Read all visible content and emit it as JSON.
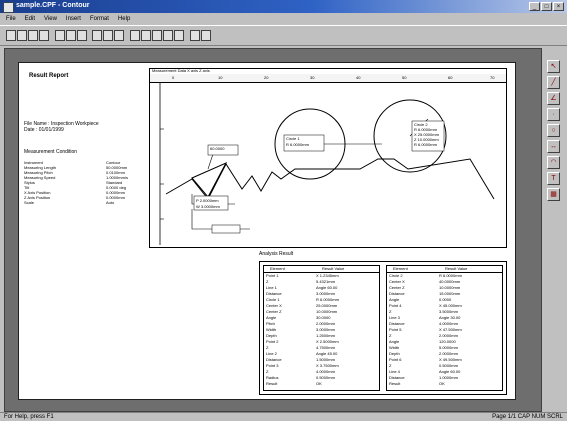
{
  "window": {
    "title": "sample.CPF - Contour"
  },
  "menu": [
    "File",
    "Edit",
    "View",
    "Insert",
    "Format",
    "Help"
  ],
  "report": {
    "heading": "Result Report",
    "info_lines": [
      "File Name : Inspection Workpiece",
      "Date : 01/01/1999"
    ],
    "conditions_title": "Measurement Condition",
    "conditions": [
      [
        "Instrument",
        "Contour"
      ],
      [
        "Measuring Length",
        "50.0000mm"
      ],
      [
        "Measuring Pitch",
        "0.0100mm"
      ],
      [
        "Measuring Speed",
        "1.0000mm/s"
      ],
      [
        "Stylus",
        "Standard"
      ],
      [
        "Tilt",
        "0.0000 deg"
      ],
      [
        "X Axis Position",
        "0.0000mm"
      ],
      [
        "Z Axis Position",
        "0.0000mm"
      ],
      [
        "Scale",
        "Auto"
      ]
    ]
  },
  "annotations": {
    "thread_angle": "60.0000",
    "thread_pitch": "P 2.0000mm",
    "thread_width": "W 3.0000mm",
    "circle1": [
      "Circle 1",
      "R 6.0000mm"
    ],
    "circle2": [
      "Circle 2",
      "R 6.0000mm",
      "X 25.0000mm",
      "Z 10.0000mm",
      "R 6.0000mm"
    ]
  },
  "table": {
    "title": "Analysis Result",
    "left_header": [
      "Element",
      "Result Value"
    ],
    "left_rows": [
      [
        "Point 1",
        "X 1.2345mm"
      ],
      [
        "Z",
        "5.4321mm"
      ],
      [
        "Line 1",
        "Angle 60.00"
      ],
      [
        "Distance",
        "3.0000mm"
      ],
      [
        "Circle 1",
        "R 6.0000mm"
      ],
      [
        "Center X",
        "25.0000mm"
      ],
      [
        "Center Z",
        "10.0000mm"
      ],
      [
        "Angle",
        "30.0000"
      ],
      [
        "Pitch",
        "2.0000mm"
      ],
      [
        "Width",
        "3.0000mm"
      ],
      [
        "Depth",
        "1.2500mm"
      ],
      [
        "Point 2",
        "X 2.5000mm"
      ],
      [
        "Z",
        "4.7500mm"
      ],
      [
        "Line 2",
        "Angle 45.00"
      ],
      [
        "Distance",
        "1.5000mm"
      ],
      [
        "Point 3",
        "X 3.7500mm"
      ],
      [
        "Z",
        "4.0000mm"
      ],
      [
        "Radius",
        "0.5000mm"
      ],
      [
        "Result",
        "OK"
      ]
    ],
    "right_header": [
      "Element",
      "Result Value"
    ],
    "right_rows": [
      [
        "Circle 2",
        "R 6.0000mm"
      ],
      [
        "Center X",
        "40.0000mm"
      ],
      [
        "Center Z",
        "10.0000mm"
      ],
      [
        "Distance",
        "15.0000mm"
      ],
      [
        "Angle",
        "0.0000"
      ],
      [
        "Point 4",
        "X 45.000mm"
      ],
      [
        "Z",
        "3.5000mm"
      ],
      [
        "Line 3",
        "Angle 30.00"
      ],
      [
        "Distance",
        "4.0000mm"
      ],
      [
        "Point 5",
        "X 47.500mm"
      ],
      [
        "Z",
        "2.0000mm"
      ],
      [
        "Angle",
        "120.0000"
      ],
      [
        "Width",
        "5.0000mm"
      ],
      [
        "Depth",
        "2.0000mm"
      ],
      [
        "Point 6",
        "X 49.500mm"
      ],
      [
        "Z",
        "0.5000mm"
      ],
      [
        "Line 4",
        "Angle 60.00"
      ],
      [
        "Distance",
        "1.0000mm"
      ],
      [
        "Result",
        "OK"
      ]
    ]
  },
  "graph": {
    "header": "Measurement Data  X axis  Z axis",
    "x_ticks": [
      "0",
      "10",
      "20",
      "30",
      "40",
      "50",
      "60",
      "70"
    ]
  },
  "status": {
    "left": "For Help, press F1",
    "right": "Page 1/1   CAP  NUM  SCRL"
  }
}
